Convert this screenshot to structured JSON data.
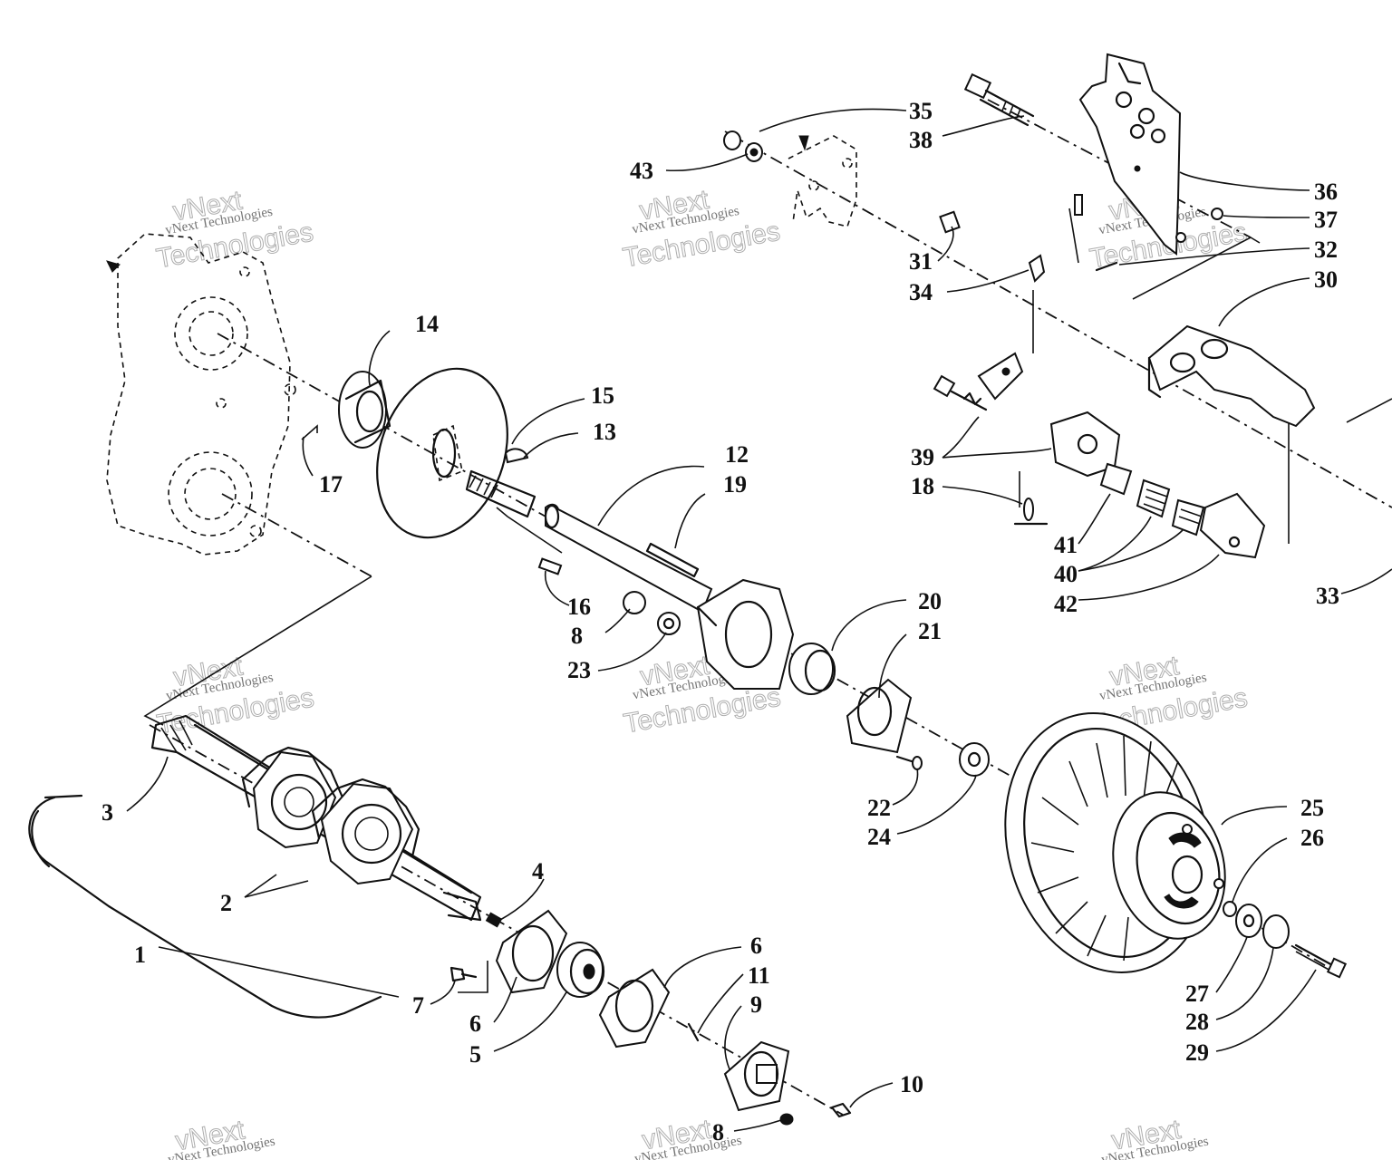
{
  "watermark": {
    "line1": "vNext",
    "line2": "vNext Technologies",
    "line3": "Technologies"
  },
  "callouts": {
    "c1": "1",
    "c2": "2",
    "c3": "3",
    "c4": "4",
    "c5": "5",
    "c6a": "6",
    "c6b": "6",
    "c7": "7",
    "c8a": "8",
    "c8b": "8",
    "c9": "9",
    "c10": "10",
    "c11": "11",
    "c12": "12",
    "c13": "13",
    "c14": "14",
    "c15": "15",
    "c16": "16",
    "c17": "17",
    "c18": "18",
    "c19": "19",
    "c20": "20",
    "c21": "21",
    "c22": "22",
    "c23": "23",
    "c24": "24",
    "c25": "25",
    "c26": "26",
    "c27": "27",
    "c28": "28",
    "c29": "29",
    "c30": "30",
    "c31": "31",
    "c32": "32",
    "c33": "33",
    "c34": "34",
    "c35": "35",
    "c36": "36",
    "c37": "37",
    "c38": "38",
    "c39": "39",
    "c40": "40",
    "c41": "41",
    "c42": "42",
    "c43": "43"
  }
}
